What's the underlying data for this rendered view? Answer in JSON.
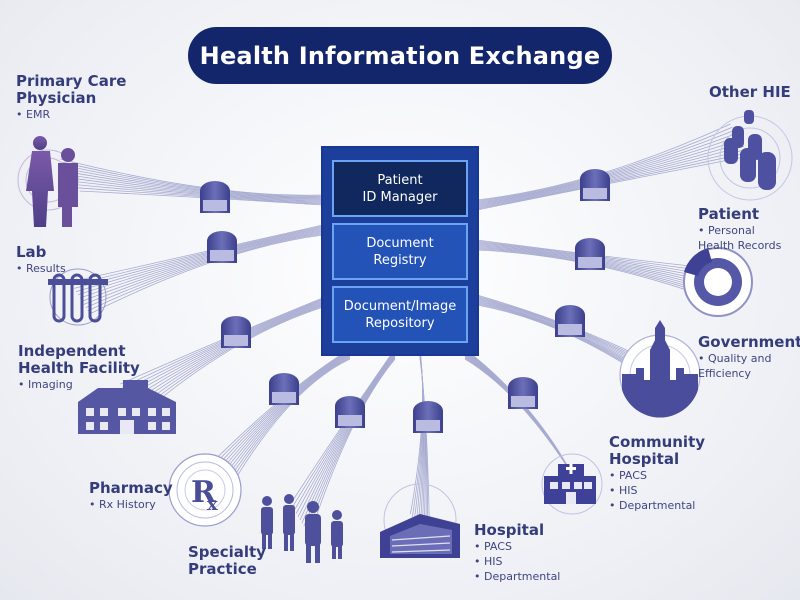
{
  "title": "Health Information Exchange",
  "hub": {
    "boxes": [
      "Patient\nID Manager",
      "Document\nRegistry",
      "Document/Image\nRepository"
    ]
  },
  "nodes": {
    "primary_care": {
      "name": "Primary Care\nPhysician",
      "bullets": [
        "EMR"
      ]
    },
    "lab": {
      "name": "Lab",
      "bullets": [
        "Results"
      ]
    },
    "independent": {
      "name": "Independent\nHealth Facility",
      "bullets": [
        "Imaging"
      ]
    },
    "pharmacy": {
      "name": "Pharmacy",
      "bullets": [
        "Rx History"
      ]
    },
    "specialty": {
      "name": "Specialty\nPractice",
      "bullets": []
    },
    "hospital": {
      "name": "Hospital",
      "bullets": [
        "PACS",
        "HIS",
        "Departmental"
      ]
    },
    "community": {
      "name": "Community\nHospital",
      "bullets": [
        "PACS",
        "HIS",
        "Departmental"
      ]
    },
    "government": {
      "name": "Government",
      "bullets": [
        "Quality and\nEfficiency"
      ]
    },
    "patient": {
      "name": "Patient",
      "bullets": [
        "Personal\nHealth Records"
      ]
    },
    "other_hie": {
      "name": "Other HIE",
      "bullets": []
    }
  },
  "colors": {
    "navy": "#14266b",
    "hub": "#1d3f9c",
    "accent": "#6aa4f3",
    "icon": "#5e5fa8",
    "line": "#8e92c3"
  }
}
